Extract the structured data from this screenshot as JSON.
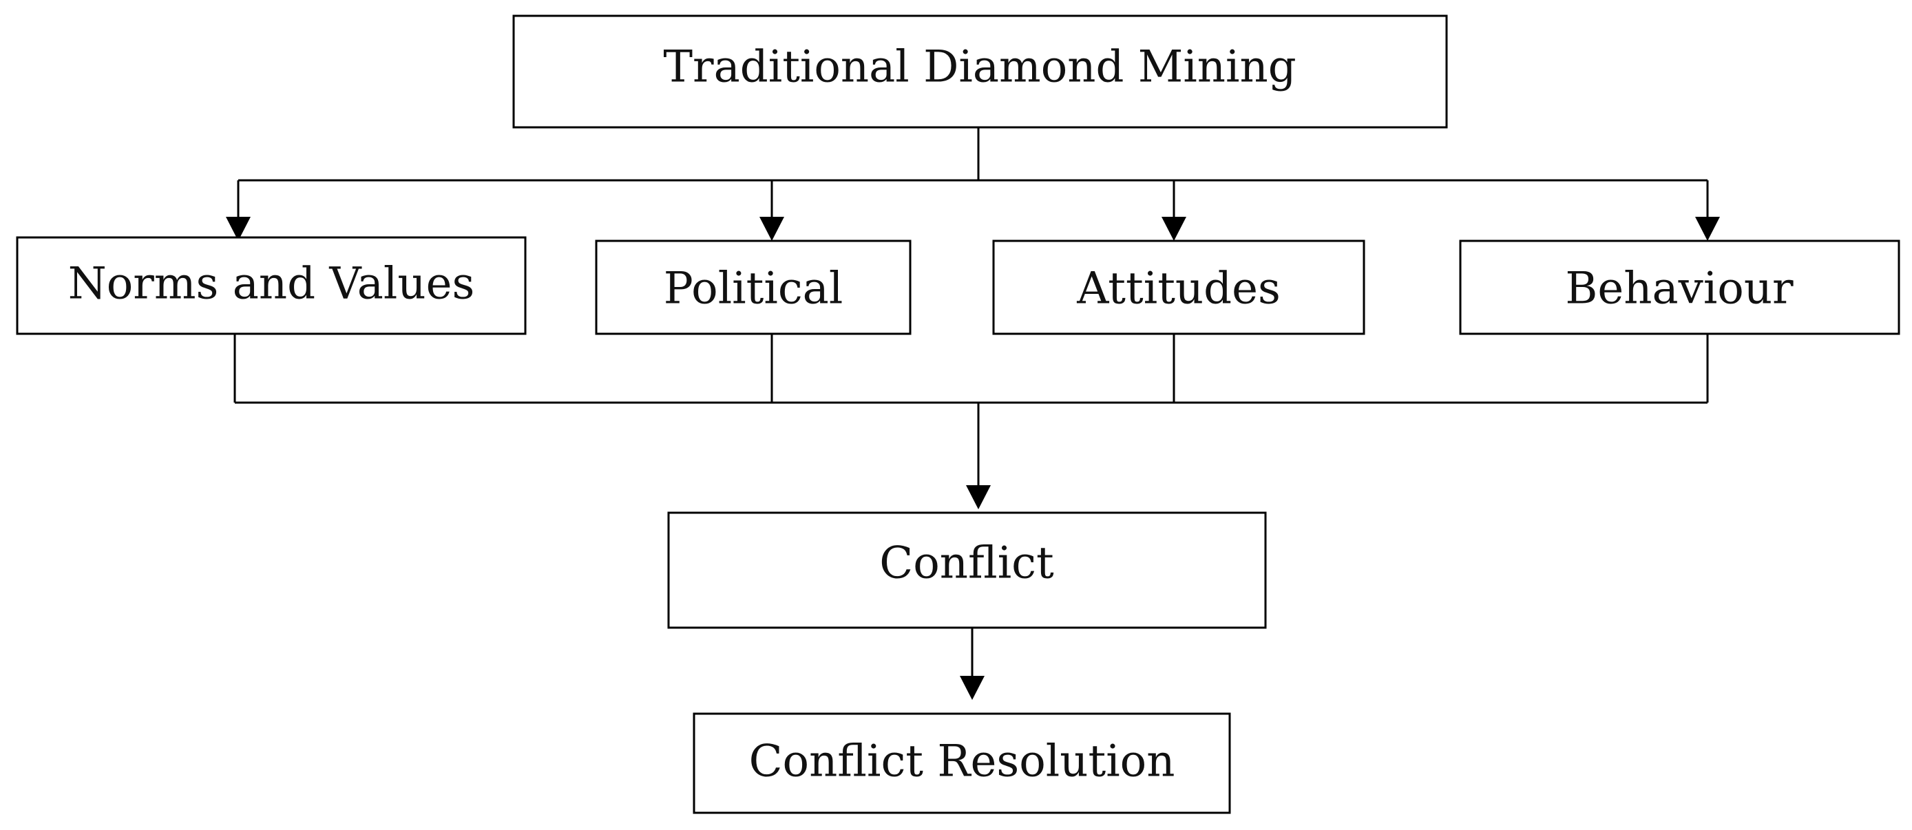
{
  "diagram": {
    "nodes": {
      "top": {
        "label": "Traditional Diamond Mining"
      },
      "norms": {
        "label": "Norms and Values"
      },
      "political": {
        "label": "Political"
      },
      "attitudes": {
        "label": "Attitudes"
      },
      "behaviour": {
        "label": "Behaviour"
      },
      "conflict": {
        "label": "Conflict"
      },
      "resolution": {
        "label": "Conflict Resolution"
      }
    },
    "edges": [
      {
        "from": "top",
        "to": "norms"
      },
      {
        "from": "top",
        "to": "political"
      },
      {
        "from": "top",
        "to": "attitudes"
      },
      {
        "from": "top",
        "to": "behaviour"
      },
      {
        "from": "norms",
        "to": "conflict"
      },
      {
        "from": "political",
        "to": "conflict"
      },
      {
        "from": "attitudes",
        "to": "conflict"
      },
      {
        "from": "behaviour",
        "to": "conflict"
      },
      {
        "from": "conflict",
        "to": "resolution"
      }
    ],
    "colors": {
      "stroke": "#000000",
      "fill": "#ffffff",
      "text": "#111111"
    }
  }
}
